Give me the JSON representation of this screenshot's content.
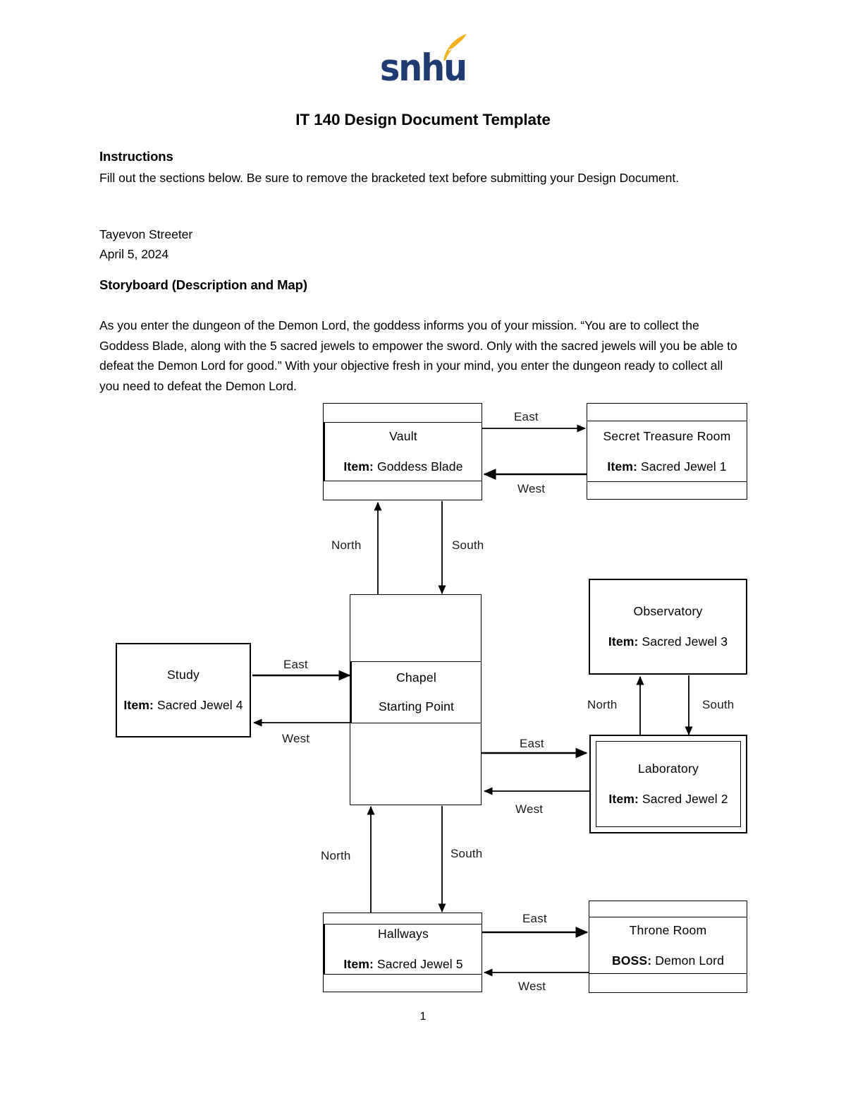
{
  "header": {
    "logo_text": "snhu",
    "logo_icon": "feather-icon",
    "logo_color": "#1f3b72",
    "logo_accent_color": "#f2b01e",
    "doc_title": "IT 140 Design Document Template"
  },
  "instructions": {
    "heading": "Instructions",
    "body": "Fill out the sections below. Be sure to remove the bracketed text before submitting your Design Document.",
    "author": "Tayevon Streeter",
    "date": "April 5, 2024"
  },
  "storyboard": {
    "heading": "Storyboard (Description and Map)",
    "body": "As you enter the dungeon of the Demon Lord, the goddess informs you of your mission. “You are to collect the Goddess Blade, along with the 5 sacred jewels to empower the sword. Only with the sacred jewels will you be able to defeat the Demon Lord for good.” With your objective fresh in your mind, you enter the dungeon ready to collect all you need to defeat the Demon Lord."
  },
  "map": {
    "rooms": {
      "vault": {
        "name": "Vault",
        "item_label": "Item:",
        "item_value": "Goddess Blade"
      },
      "secret_treasure_room": {
        "name": "Secret Treasure Room",
        "item_label": "Item:",
        "item_value": "Sacred Jewel 1"
      },
      "chapel": {
        "name": "Chapel",
        "item_label": "",
        "item_value": "Starting Point"
      },
      "study": {
        "name": "Study",
        "item_label": "Item:",
        "item_value": "Sacred Jewel 4"
      },
      "observatory": {
        "name": "Observatory",
        "item_label": "Item:",
        "item_value": "Sacred Jewel 3"
      },
      "laboratory": {
        "name": "Laboratory",
        "item_label": "Item:",
        "item_value": "Sacred Jewel 2"
      },
      "hallways": {
        "name": "Hallways",
        "item_label": "Item:",
        "item_value": "Sacred Jewel 5"
      },
      "throne_room": {
        "name": "Throne Room",
        "item_label": "BOSS:",
        "item_value": "Demon Lord"
      }
    },
    "connections": [
      {
        "from": "vault",
        "to": "secret_treasure_room",
        "label": "East"
      },
      {
        "from": "secret_treasure_room",
        "to": "vault",
        "label": "West"
      },
      {
        "from": "chapel",
        "to": "vault",
        "label": "North"
      },
      {
        "from": "vault",
        "to": "chapel",
        "label": "South"
      },
      {
        "from": "study",
        "to": "chapel",
        "label": "East"
      },
      {
        "from": "chapel",
        "to": "study",
        "label": "West"
      },
      {
        "from": "chapel",
        "to": "laboratory",
        "label": "East"
      },
      {
        "from": "laboratory",
        "to": "chapel",
        "label": "West"
      },
      {
        "from": "laboratory",
        "to": "observatory",
        "label": "North"
      },
      {
        "from": "observatory",
        "to": "laboratory",
        "label": "South"
      },
      {
        "from": "chapel",
        "to": "hallways",
        "label": "South"
      },
      {
        "from": "hallways",
        "to": "chapel",
        "label": "North"
      },
      {
        "from": "hallways",
        "to": "throne_room",
        "label": "East"
      },
      {
        "from": "throne_room",
        "to": "hallways",
        "label": "West"
      }
    ],
    "labels": {
      "vault_east": "East",
      "vault_west": "West",
      "chapel_north": "North",
      "chapel_south": "South",
      "study_east": "East",
      "study_west": "West",
      "lab_east": "East",
      "lab_west": "West",
      "obs_north": "North",
      "obs_south": "South",
      "hall_north": "North",
      "hall_south": "South",
      "throne_east": "East",
      "throne_west": "West"
    }
  },
  "footer": {
    "page_number": "1"
  }
}
